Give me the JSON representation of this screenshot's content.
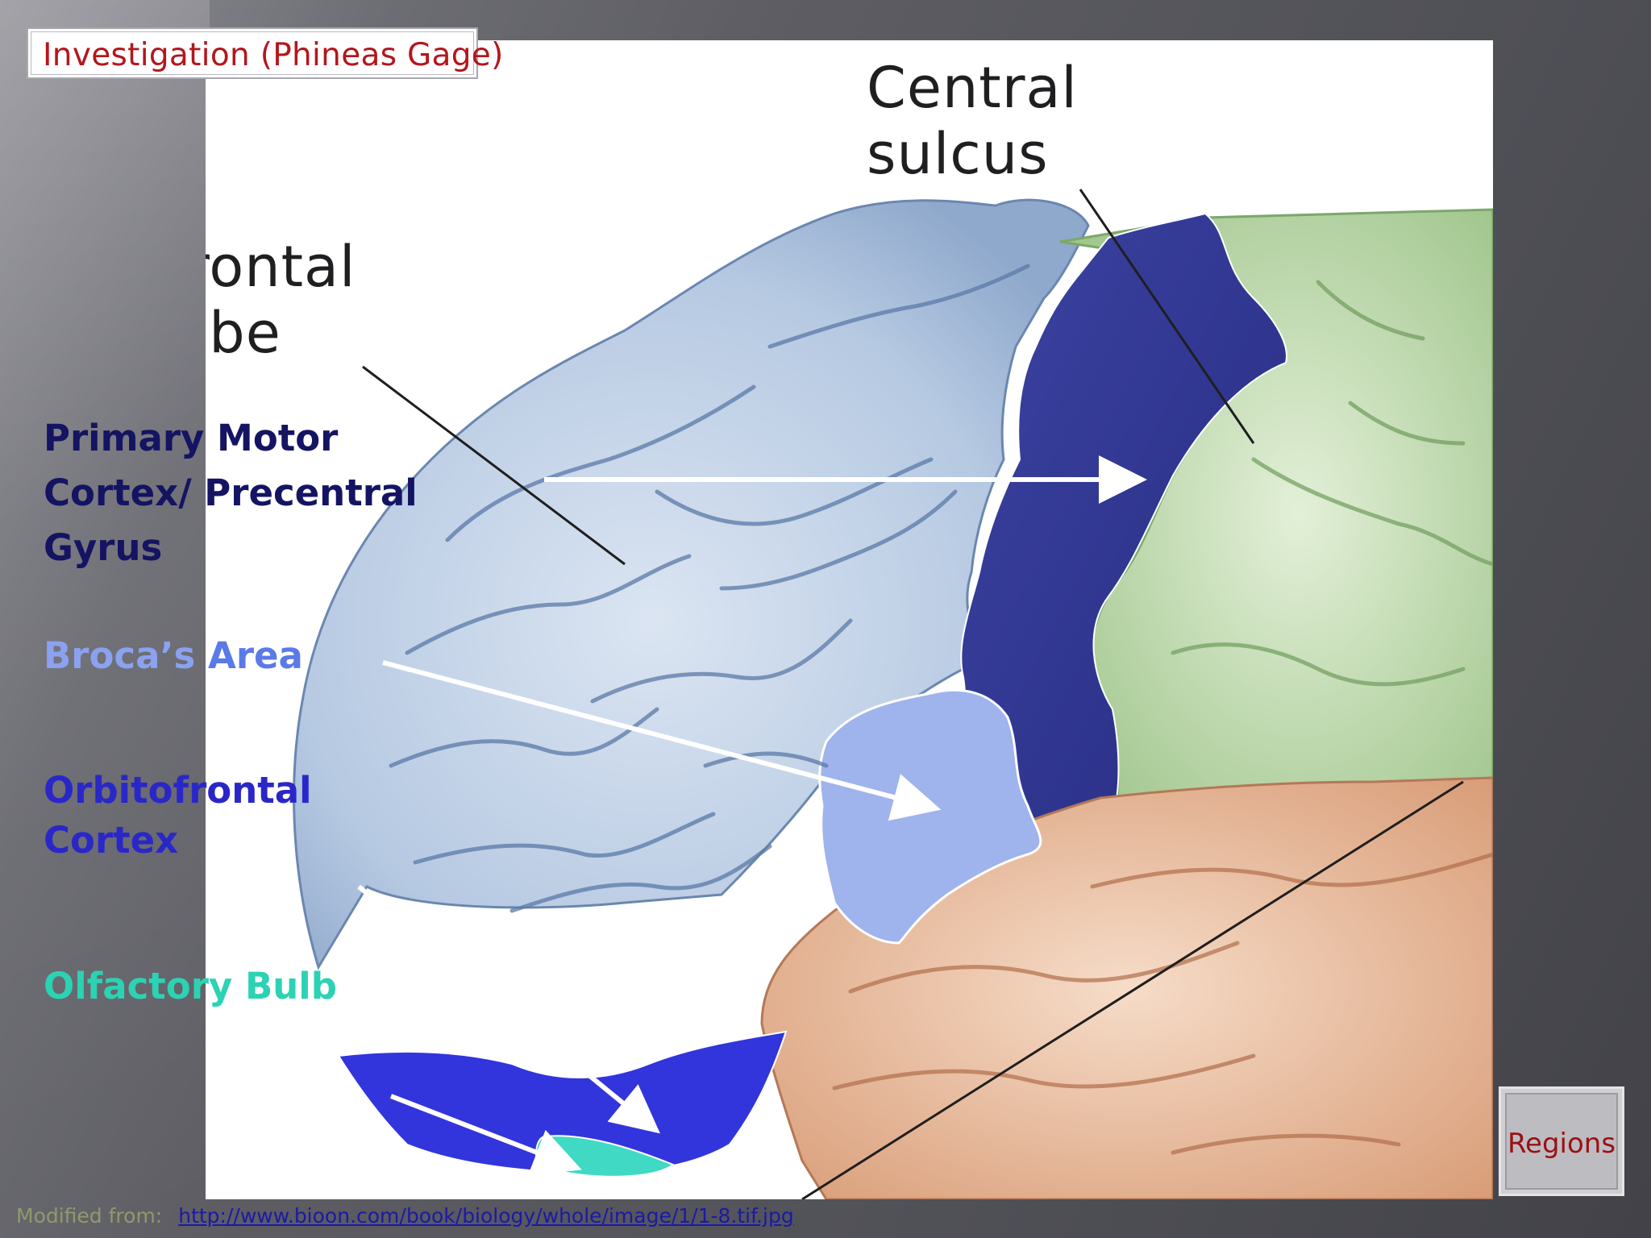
{
  "slide": {
    "title": "Investigation (Phineas Gage)",
    "credit_prefix": "Modified from:",
    "credit_link": "http://www.bioon.com/book/biology/whole/image/1/1-8.tif.jpg",
    "button_label": "Regions"
  },
  "figure_labels": {
    "frontal_lobe_line1": "Frontal",
    "frontal_lobe_line2": "lobe",
    "central_sulcus_line1": "Central",
    "central_sulcus_line2": "sulcus"
  },
  "regions": [
    {
      "name": "primary-motor-cortex",
      "lines": [
        "Primary Motor",
        "Cortex/ Precentral",
        "Gyrus"
      ],
      "color": "#141463"
    },
    {
      "name": "brocas-area",
      "part1": "Broca’s",
      "part2": "Area",
      "color1": "#8aa2f0",
      "color2": "#5a7ae8"
    },
    {
      "name": "orbitofrontal-cortex",
      "lines": [
        "Orbitofrontal",
        "Cortex"
      ],
      "color": "#2a27c8"
    },
    {
      "name": "olfactory-bulb",
      "part1": "Olfactory",
      "part2": "Bulb",
      "color": "#2cd2b4"
    }
  ],
  "colors": {
    "title_text": "#b3171c",
    "frontal_lobe": "#b9cbe3",
    "motor_cortex": "#333a94",
    "brocas_area": "#93aaeb",
    "orbitofrontal": "#2f33d8",
    "olfactory_bulb": "#3ed6c0",
    "parietal": "#b9d7a9",
    "temporal": "#e7bda3"
  }
}
